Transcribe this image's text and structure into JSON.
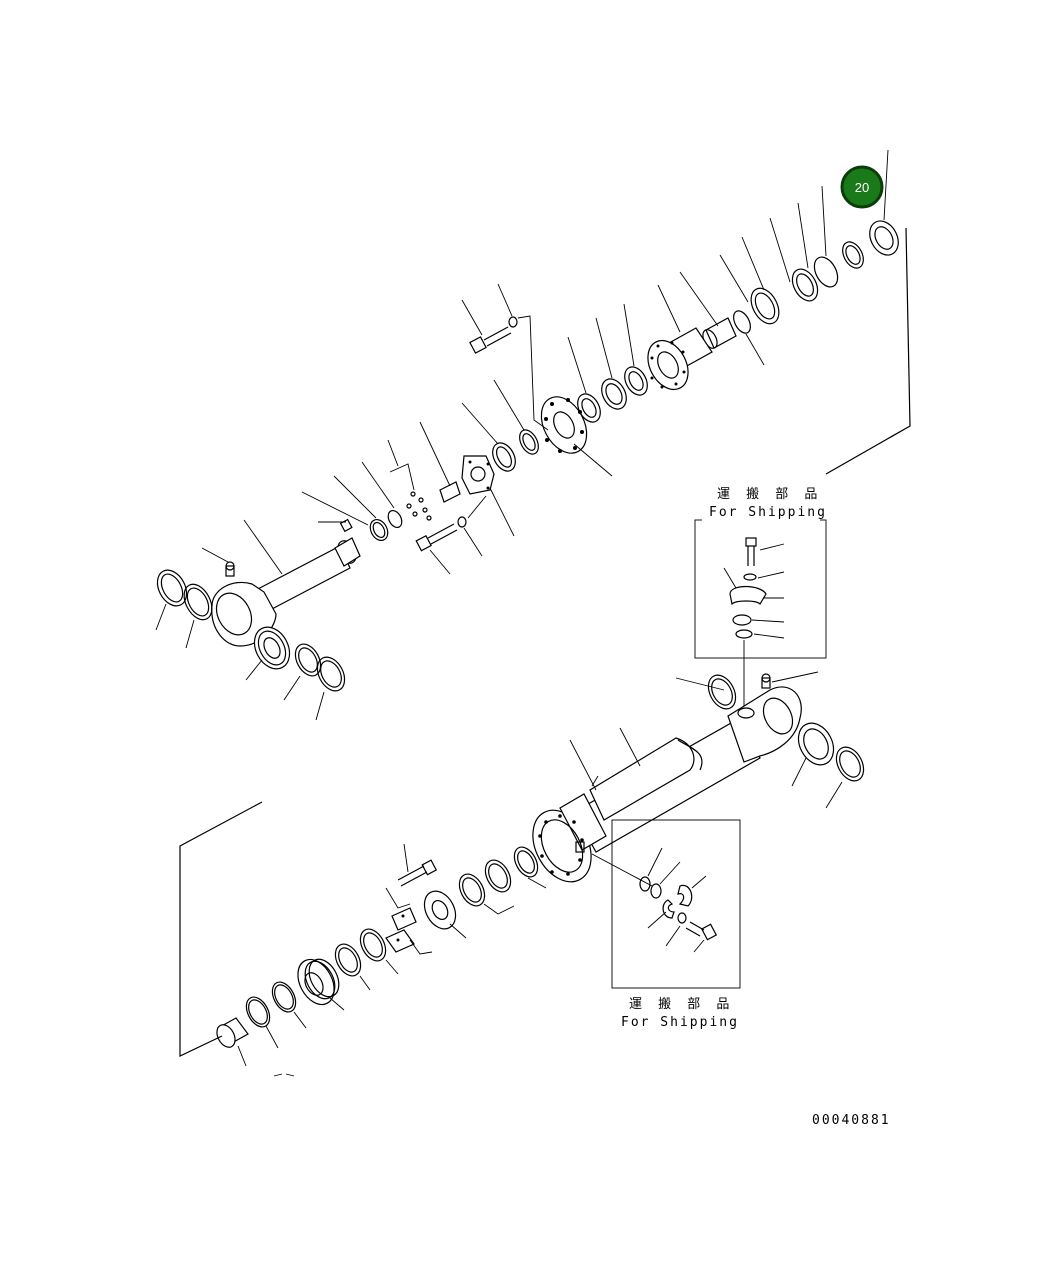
{
  "diagram": {
    "callout": {
      "label": "20",
      "color": "#1a7a1a",
      "ring": "#0b3d0b"
    },
    "shipping_boxes": [
      {
        "title_jp": "運 搬 部 品",
        "title_en": "For Shipping"
      },
      {
        "title_jp": "運 搬 部 品",
        "title_en": "For Shipping"
      }
    ],
    "drawing_number": "00040881"
  }
}
